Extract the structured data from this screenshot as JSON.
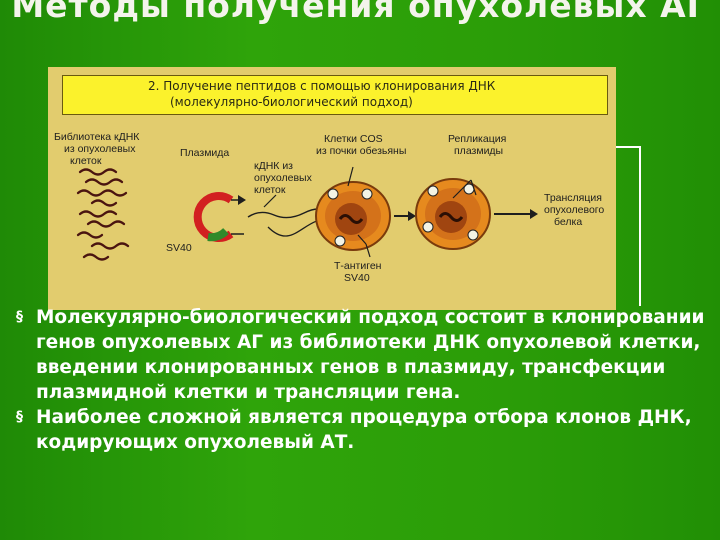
{
  "slide": {
    "title": "Методы получения опухолевых АГ"
  },
  "figure": {
    "banner_line1": "2. Получение пептидов с помощью клонирования ДНК",
    "banner_line2": "(молекулярно-биологический подход)",
    "labels": {
      "library": [
        "Библиотека кДНК",
        "из опухолевых",
        "клеток"
      ],
      "plasmid": "Плазмида",
      "cdna": [
        "кДНК из",
        "опухолевых",
        "клеток"
      ],
      "cos": [
        "Клетки COS",
        "из почки обезьяны"
      ],
      "replication": [
        "Репликация",
        "плазмиды"
      ],
      "translation": [
        "Трансляция",
        "опухолевого",
        "белка"
      ],
      "sv40": "SV40",
      "t_antigen": [
        "Т-антиген",
        "SV40"
      ]
    }
  },
  "bullets": [
    "Молекулярно-биологический подход состоит в клонировании генов опухолевых АГ из библиотеки ДНК опухолевой клетки, введении клонированных генов в плазмиду, трансфекции плазмидной клетки и трансляции гена.",
    "Наиболее сложной является процедура отбора клонов ДНК, кодирующих опухолевый АТ."
  ]
}
